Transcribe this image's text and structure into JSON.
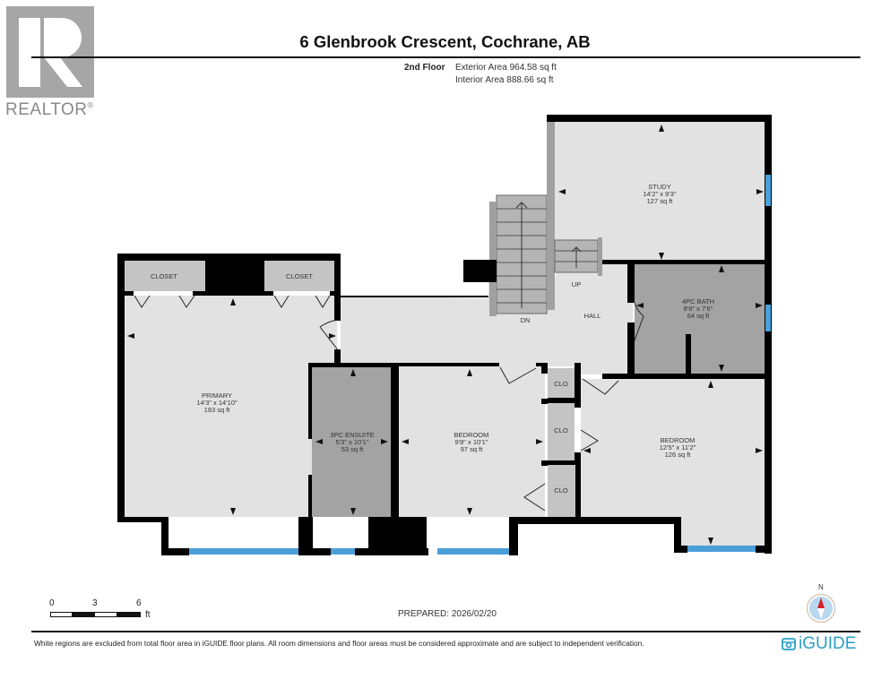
{
  "header": {
    "title": "6 Glenbrook Crescent, Cochrane, AB",
    "floor": "2nd Floor",
    "exterior_area": "Exterior Area 964.58 sq ft",
    "interior_area": "Interior Area 888.66 sq ft"
  },
  "logo": {
    "realtor_text": "REALTOR",
    "registered_mark": "®"
  },
  "rooms": {
    "study": {
      "name": "STUDY",
      "dims": "14'2\" x 9'3\"",
      "area": "127 sq ft"
    },
    "bath4": {
      "name": "4PC BATH",
      "dims": "8'8\" x 7'6\"",
      "area": "64 sq ft"
    },
    "primary": {
      "name": "PRIMARY",
      "dims": "14'3\" x 14'10\"",
      "area": "193 sq ft"
    },
    "ensuite": {
      "name": "3PC ENSUITE",
      "dims": "5'3\" x 10'1\"",
      "area": "53 sq ft"
    },
    "bedroom1": {
      "name": "BEDROOM",
      "dims": "9'8\" x 10'1\"",
      "area": "97 sq ft"
    },
    "bedroom2": {
      "name": "BEDROOM",
      "dims": "12'5\" x 11'2\"",
      "area": "126 sq ft"
    },
    "closet_left": {
      "name": "CLOSET"
    },
    "closet_right": {
      "name": "CLOSET"
    },
    "clo1": {
      "name": "CLO"
    },
    "clo2": {
      "name": "CLO"
    },
    "clo3": {
      "name": "CLO"
    },
    "hall": {
      "name": "HALL"
    },
    "stairs_up": {
      "name": "UP"
    },
    "stairs_down": {
      "name": "DN"
    }
  },
  "scale": {
    "ticks": [
      "0",
      "3",
      "6"
    ],
    "unit": "ft"
  },
  "compass": {
    "label": "N"
  },
  "footer": {
    "prepared": "PREPARED: 2026/02/20",
    "disclaimer": "White regions are excluded from total floor area in iGUIDE floor plans. All room dimensions and floor areas must be considered approximate and are subject to independent verification.",
    "brand": "iGUIDE"
  },
  "colors": {
    "wall": "#000000",
    "room_fill": "#e2e2e2",
    "wet_room_fill": "#a3a3a3",
    "closet_fill": "#c4c4c4",
    "window": "#4a9fd8",
    "brand": "#2a9fc7",
    "compass_red": "#d9202a",
    "compass_blue": "#b8d8f0"
  }
}
